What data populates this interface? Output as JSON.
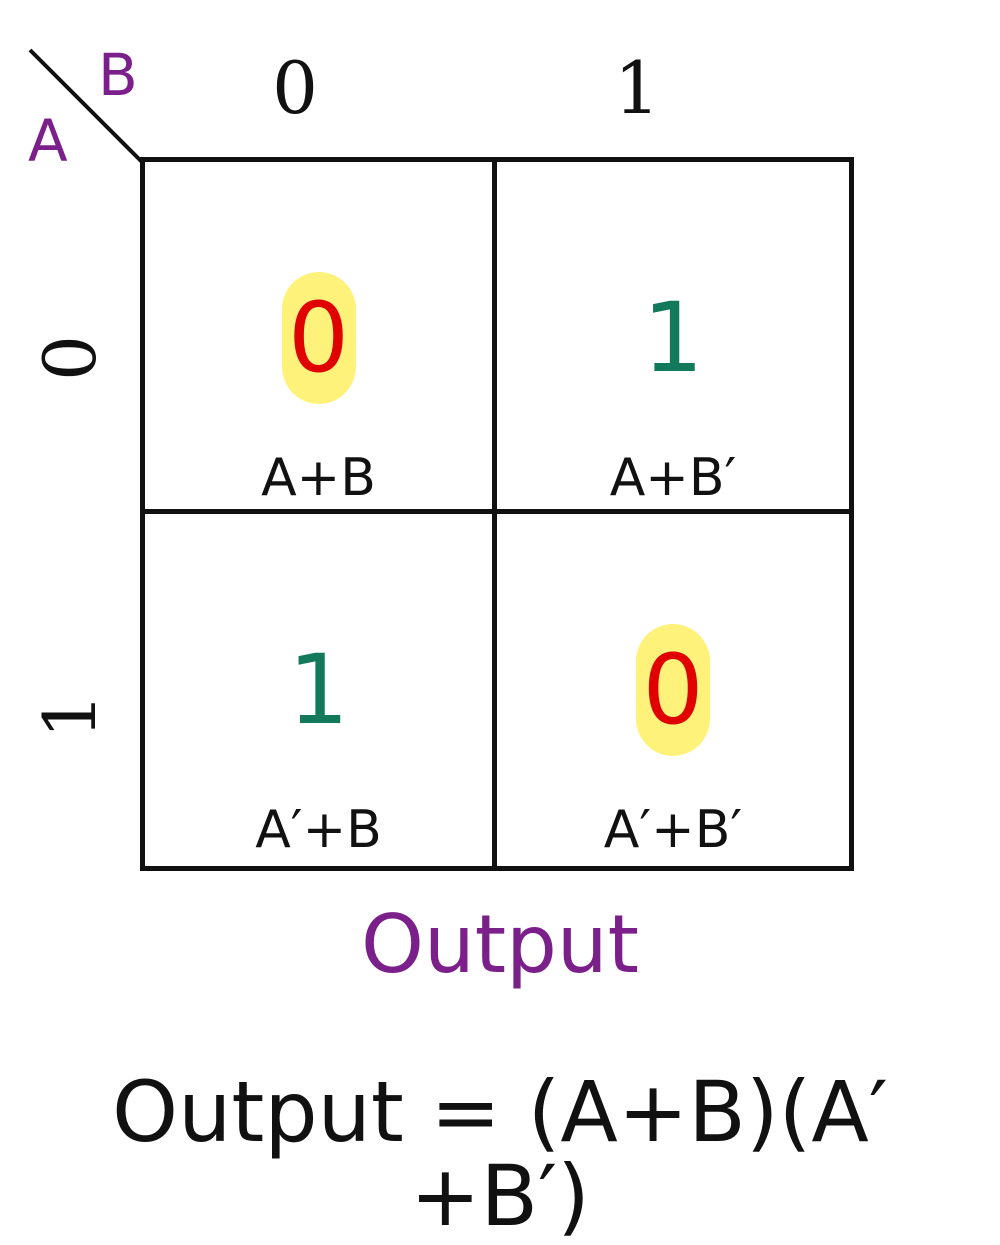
{
  "variables": {
    "row_var": "A",
    "col_var": "B"
  },
  "col_headers": [
    "0",
    "1"
  ],
  "row_headers": [
    "0",
    "1"
  ],
  "cells": [
    {
      "value": "0",
      "term": "A+B"
    },
    {
      "value": "1",
      "term": "A+B′"
    },
    {
      "value": "1",
      "term": "A′+B"
    },
    {
      "value": "0",
      "term": "A′+B′"
    }
  ],
  "caption": "Output",
  "equation": "Output = (A+B)(A′+B′)",
  "colors": {
    "variable": "#7b1f8a",
    "zero": "#e00000",
    "one": "#127a5a",
    "highlight": "#fff27a"
  }
}
